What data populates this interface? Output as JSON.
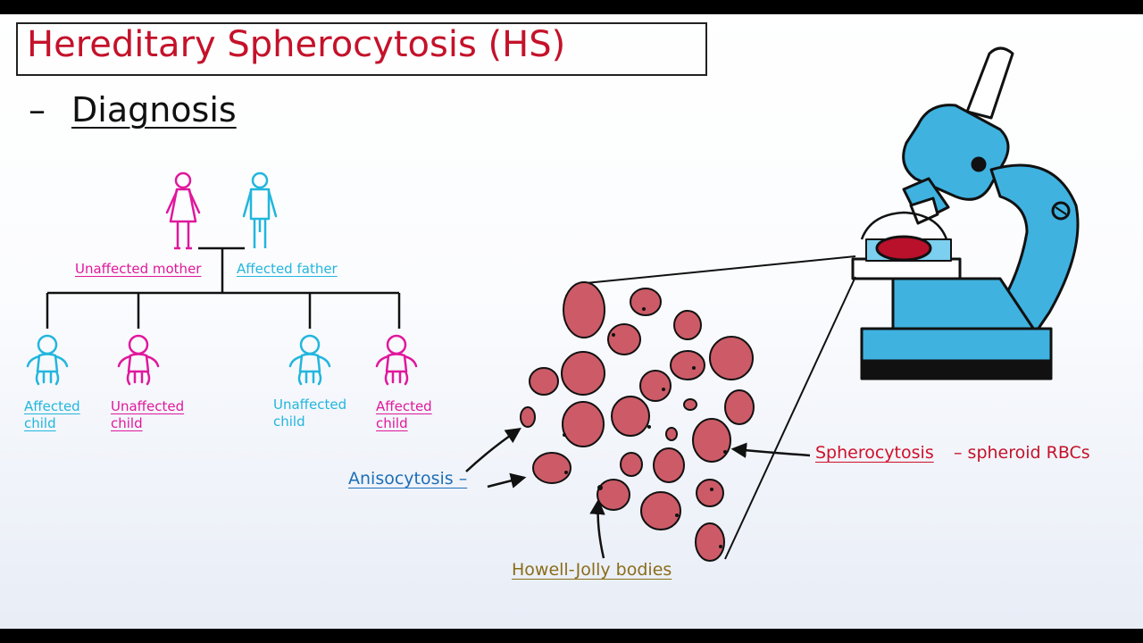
{
  "title": "Hereditary Spherocytosis (HS)",
  "subtitle": {
    "dash": "–",
    "text": "Diagnosis"
  },
  "pedigree": {
    "mother": "Unaffected mother",
    "father": "Affected father",
    "children": [
      {
        "line1": "Affected",
        "line2": "child",
        "color": "#22b6dd"
      },
      {
        "line1": "Unaffected",
        "line2": "child",
        "color": "#e0189c"
      },
      {
        "line1": "Unaffected",
        "line2": "child",
        "color": "#22b6dd"
      },
      {
        "line1": "Affected",
        "line2": "child",
        "color": "#e0189c"
      }
    ]
  },
  "labels": {
    "spherocytosis": "Spherocytosis",
    "spherocytosis_desc": "– spheroid RBCs",
    "anisocytosis": "Anisocytosis –",
    "howell_jolly": "Howell-Jolly bodies"
  },
  "colors": {
    "title": "#c4122a",
    "female": "#e0189c",
    "male": "#22b6dd",
    "microscope": "#3fb2e0",
    "rbc": "#cc5b67"
  },
  "icons": [
    "female-icon",
    "male-icon",
    "baby-icon",
    "microscope-icon",
    "red-blood-cell-icon",
    "arrow-icon"
  ]
}
